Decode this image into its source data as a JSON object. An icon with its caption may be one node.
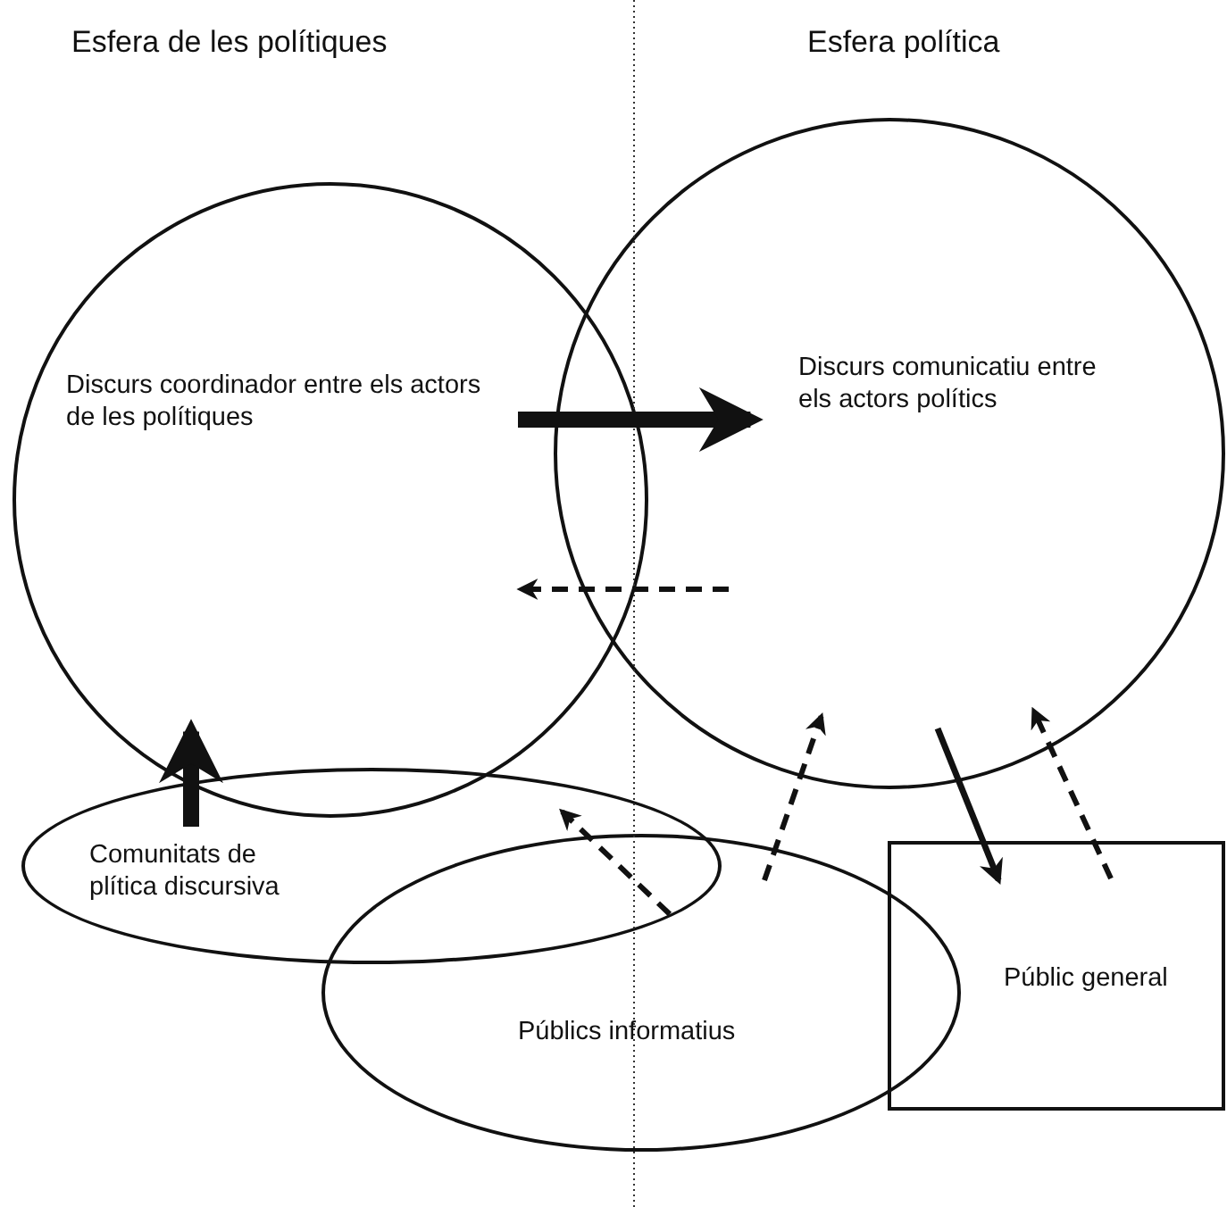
{
  "diagram": {
    "nodes": [
      {
        "text": [
          "Discurs coordinador entre els actors de les polítiques"
        ]
      },
      {
        "text": [
          "Discurs comunicatiu entre els actors polítics"
        ]
      },
      {
        "text": [
          "Comunitats de plítica discursiva"
        ]
      },
      {
        "text": [
          "Públics informatius"
        ]
      },
      {
        "text": [
          "Públic general"
        ]
      }
    ],
    "edges": [
      {
        "from": 0,
        "to": 1,
        "arrow": "to",
        "style": "thick"
      },
      {
        "from": 1,
        "to": 0,
        "arrow": "to",
        "style": "dashed"
      },
      {
        "from": 2,
        "to": 0,
        "arrow": "to",
        "style": "thick"
      },
      {
        "from": 3,
        "to": 2,
        "arrow": "to",
        "style": "dashed"
      },
      {
        "from": 3,
        "to": 1,
        "arrow": "to",
        "style": "dashed"
      },
      {
        "from": 1,
        "to": 4,
        "arrow": "to"
      },
      {
        "from": 4,
        "to": 1,
        "arrow": "to",
        "style": "dashed"
      }
    ],
    "labels": [
      "Esfera de les polítiques",
      "Esfera política"
    ]
  }
}
